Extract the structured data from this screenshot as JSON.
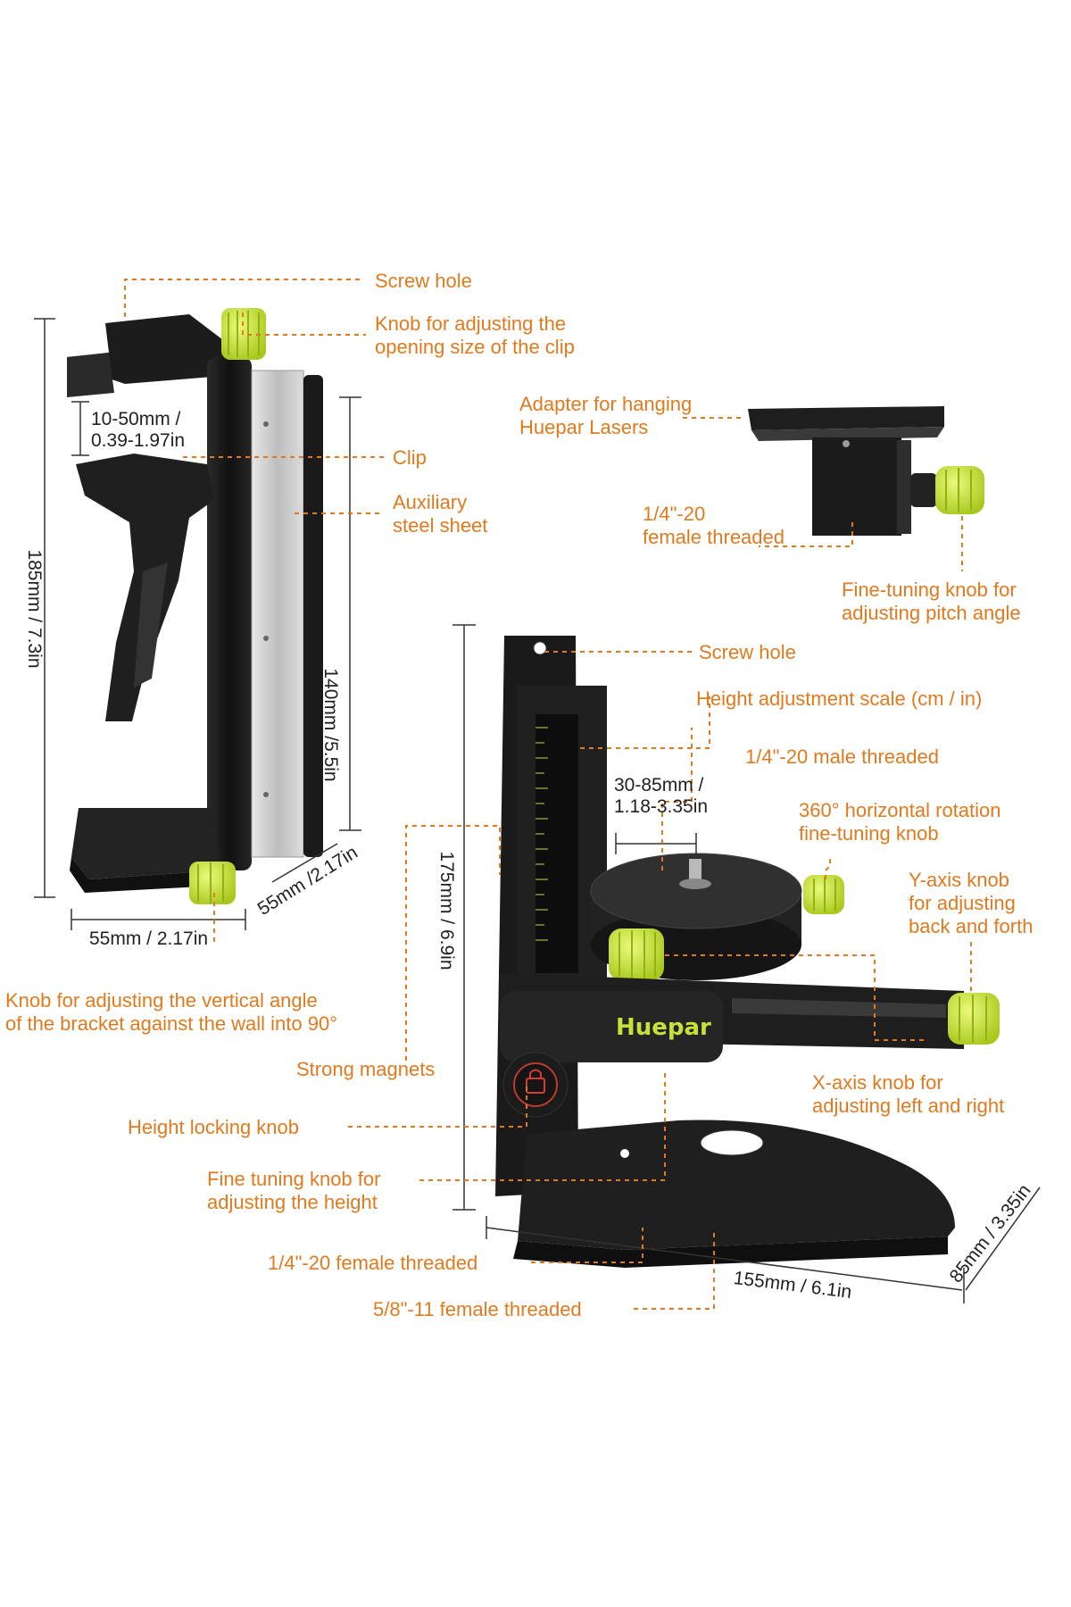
{
  "brand": "Huepar",
  "colors": {
    "label": "#e07a1f",
    "dimension": "#222222",
    "knob": "#c8e03c",
    "body": "#1d1d1d",
    "steel": "#c9c9c9"
  },
  "icons": [
    "screw-hole-icon",
    "knob-icon",
    "lock-icon"
  ],
  "labels": {
    "screw_hole_top": "Screw hole",
    "clip_knob": "Knob for adjusting the\nopening size of the clip",
    "clip": "Clip",
    "aux_steel": "Auxiliary\nsteel sheet",
    "adapter": "Adapter for hanging\nHuepar Lasers",
    "adapter_thread": "1/4\"-20\nfemale threaded",
    "pitch_knob": "Fine-tuning knob for\nadjusting pitch angle",
    "screw_hole_mid": "Screw hole",
    "height_scale": "Height adjustment scale (cm / in)",
    "male_thread": "1/4\"-20 male threaded",
    "rotation_knob": "360° horizontal rotation\nfine-tuning knob",
    "y_knob": "Y-axis knob\nfor adjusting\nback and forth",
    "vertical_knob": "Knob for adjusting the vertical angle\nof the bracket against the wall into 90°",
    "magnets": "Strong magnets",
    "x_knob": "X-axis knob for\nadjusting left and right",
    "height_lock": "Height locking knob",
    "height_fine": "Fine tuning knob for\nadjusting the height",
    "base_thread_14": "1/4\"-20 female threaded",
    "base_thread_58": "5/8\"-11 female threaded"
  },
  "dimensions": {
    "clip_opening": "10-50mm /\n0.39-1.97in",
    "clip_height": "185mm / 7.3in",
    "plate_height": "140mm /5.5in",
    "clip_depth": "55mm /2.17in",
    "clip_width": "55mm / 2.17in",
    "slide_range": "30-85mm /\n1.18-3.35in",
    "bracket_height": "175mm / 6.9in",
    "base_length": "155mm / 6.1in",
    "base_depth": "85mm / 3.35in"
  }
}
